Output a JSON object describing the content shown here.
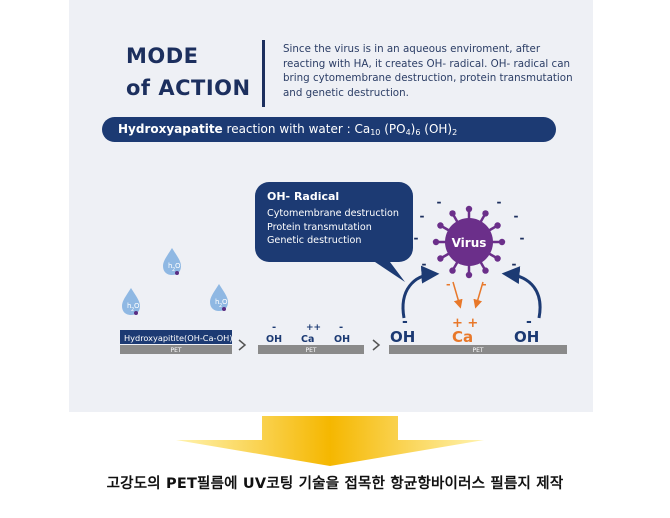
{
  "title_line1": "MODE",
  "title_line2": "of ACTION",
  "description": "Since the virus is in an aqueous enviroment, after reacting with HA, it creates OH- radical. OH- radical can bring cytomembrane destruction, protein transmutation and genetic destruction.",
  "reaction": {
    "label_bold": "Hydroxyapatite",
    "label_rest": " reaction with water : ",
    "formula_ca": "Ca",
    "sub_10": "10",
    "formula_po4": " (PO",
    "sub_4": "4",
    "formula_close": ")",
    "sub_6": "6",
    "formula_oh": " (OH)",
    "sub_2": "2"
  },
  "bubble": {
    "title": "OH- Radical",
    "lines": [
      "Cytomembrane destruction",
      "Protein transmutation",
      "Genetic destruction"
    ]
  },
  "water_label": "h",
  "water_sub": "2",
  "water_o": "O",
  "stage1": {
    "bar_label": "Hydroxyapitite(OH-Ca-OH)",
    "film": "PET"
  },
  "stage2": {
    "minus": "-",
    "plus": "++",
    "oh": "OH",
    "ca": "Ca",
    "film": "PET"
  },
  "stage3": {
    "minus": "-",
    "plus": "+ +",
    "oh": "OH",
    "ca": "Ca",
    "film": "PET"
  },
  "virus_label": "Virus",
  "headline": "고강도의 PET필름에 UV코팅 기술을 접목한 항균항바이러스 필름지 제작",
  "colors": {
    "navy": "#1c3a73",
    "title": "#1c2f5e",
    "virus_purple": "#6b2f8a",
    "orange": "#e8782a",
    "water_blue": "#8fb8e3",
    "gold": "#f5b700"
  }
}
